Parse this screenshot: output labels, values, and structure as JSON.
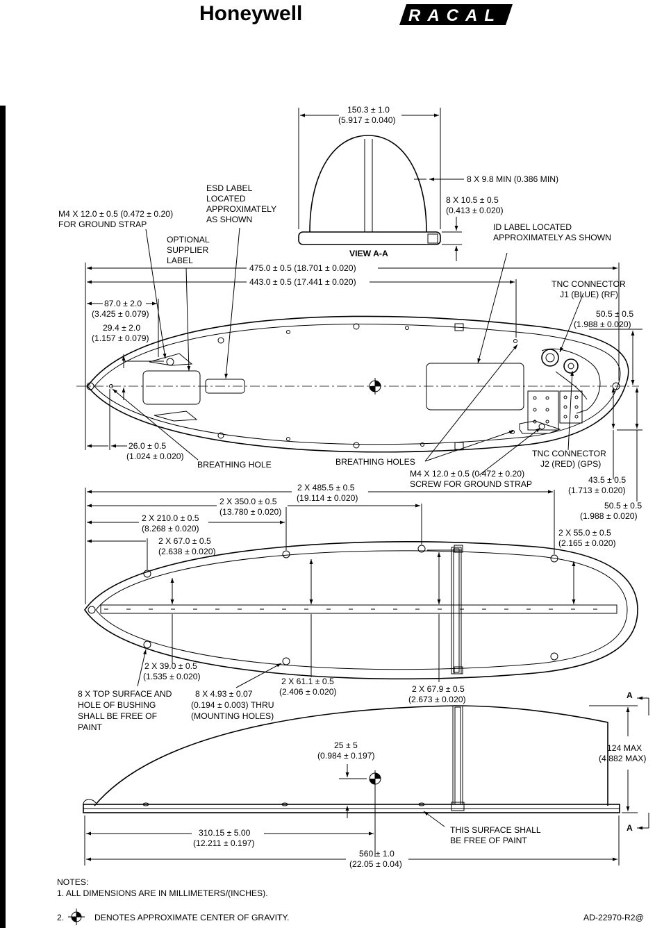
{
  "header": {
    "logo_left": "Honeywell",
    "logo_right": "RACAL"
  },
  "view_aa": {
    "width_top": "150.3 ± 1.0",
    "width_top_in": "(5.917 ± 0.040)",
    "min_1": "8 X 9.8 MIN (0.386 MIN)",
    "dim_2a": "8 X 10.5 ± 0.5",
    "dim_2b": "(0.413 ± 0.020)",
    "title": "VIEW A-A"
  },
  "top_view": {
    "esd": [
      "ESD LABEL",
      "LOCATED",
      "APPROXIMATELY",
      "AS SHOWN"
    ],
    "m4_ground": [
      "M4 X 12.0 ± 0.5 (0.472 ± 0.20)",
      "FOR GROUND STRAP"
    ],
    "optional": [
      "OPTIONAL",
      "SUPPLIER",
      "LABEL"
    ],
    "id_label": [
      "ID LABEL LOCATED",
      "APPROXIMATELY AS SHOWN"
    ],
    "len_475": "475.0 ± 0.5 (18.701 ± 0.020)",
    "len_443": "443.0 ± 0.5 (17.441 ± 0.020)",
    "d87": [
      "87.0 ± 2.0",
      "(3.425 ± 0.079)"
    ],
    "d29": [
      "29.4 ± 2.0",
      "(1.157 ± 0.079)"
    ],
    "tnc_j1": [
      "TNC CONNECTOR",
      "J1 (BLUE) (RF)"
    ],
    "d505a": [
      "50.5 ± 0.5",
      "(1.988 ± 0.020)"
    ],
    "d26": [
      "26.0 ± 0.5",
      "(1.024 ± 0.020)"
    ],
    "breathing_hole": "BREATHING HOLE",
    "breathing_holes": "BREATHING HOLES",
    "m4_screw": [
      "M4 X 12.0 ± 0.5 (0.472 ± 0.20)",
      "SCREW FOR GROUND STRAP"
    ],
    "tnc_j2": [
      "TNC CONNECTOR",
      "J2 (RED) (GPS)"
    ],
    "d435": [
      "43.5 ± 0.5",
      "(1.713 ± 0.020)"
    ],
    "d505b": [
      "50.5 ± 0.5",
      "(1.988 ± 0.020)"
    ]
  },
  "bottom_view": {
    "d4855": [
      "2 X 485.5 ± 0.5",
      "(19.114 ± 0.020)"
    ],
    "d350": [
      "2 X 350.0 ± 0.5",
      "(13.780 ± 0.020)"
    ],
    "d210": [
      "2 X 210.0 ± 0.5",
      "(8.268 ± 0.020)"
    ],
    "d67": [
      "2 X 67.0 ± 0.5",
      "(2.638 ± 0.020)"
    ],
    "d55": [
      "2 X 55.0 ± 0.5",
      "(2.165 ± 0.020)"
    ],
    "d39": [
      "2 X 39.0 ± 0.5",
      "(1.535 ± 0.020)"
    ],
    "d611": [
      "2 X 61.1 ± 0.5",
      "(2.406 ± 0.020)"
    ],
    "d679": [
      "2 X 67.9 ± 0.5",
      "(2.673 ± 0.020)"
    ],
    "top_surface": [
      "8 X TOP SURFACE AND",
      "HOLE OF BUSHING",
      "SHALL BE FREE OF",
      "PAINT"
    ],
    "mounting": [
      "8 X 4.93 ± 0.07",
      "(0.194 ± 0.003) THRU",
      "(MOUNTING HOLES)"
    ]
  },
  "side_view": {
    "a_mark": "A",
    "d25": [
      "25 ± 5",
      "(0.984 ± 0.197)"
    ],
    "d124": [
      "124 MAX",
      "(4.882 MAX)"
    ],
    "d310": [
      "310.15 ± 5.00",
      "(12.211 ± 0.197)"
    ],
    "surface": [
      "THIS SURFACE SHALL",
      "BE FREE OF PAINT"
    ],
    "d560": [
      "560 ± 1.0",
      "(22.05 ± 0.04)"
    ]
  },
  "notes": {
    "heading": "NOTES:",
    "n1": "1. ALL DIMENSIONS ARE IN MILLIMETERS/(INCHES).",
    "n2_num": "2.",
    "n2_text": "DENOTES APPROXIMATE CENTER OF GRAVITY.",
    "drawing_no": "AD-22970-R2@"
  }
}
